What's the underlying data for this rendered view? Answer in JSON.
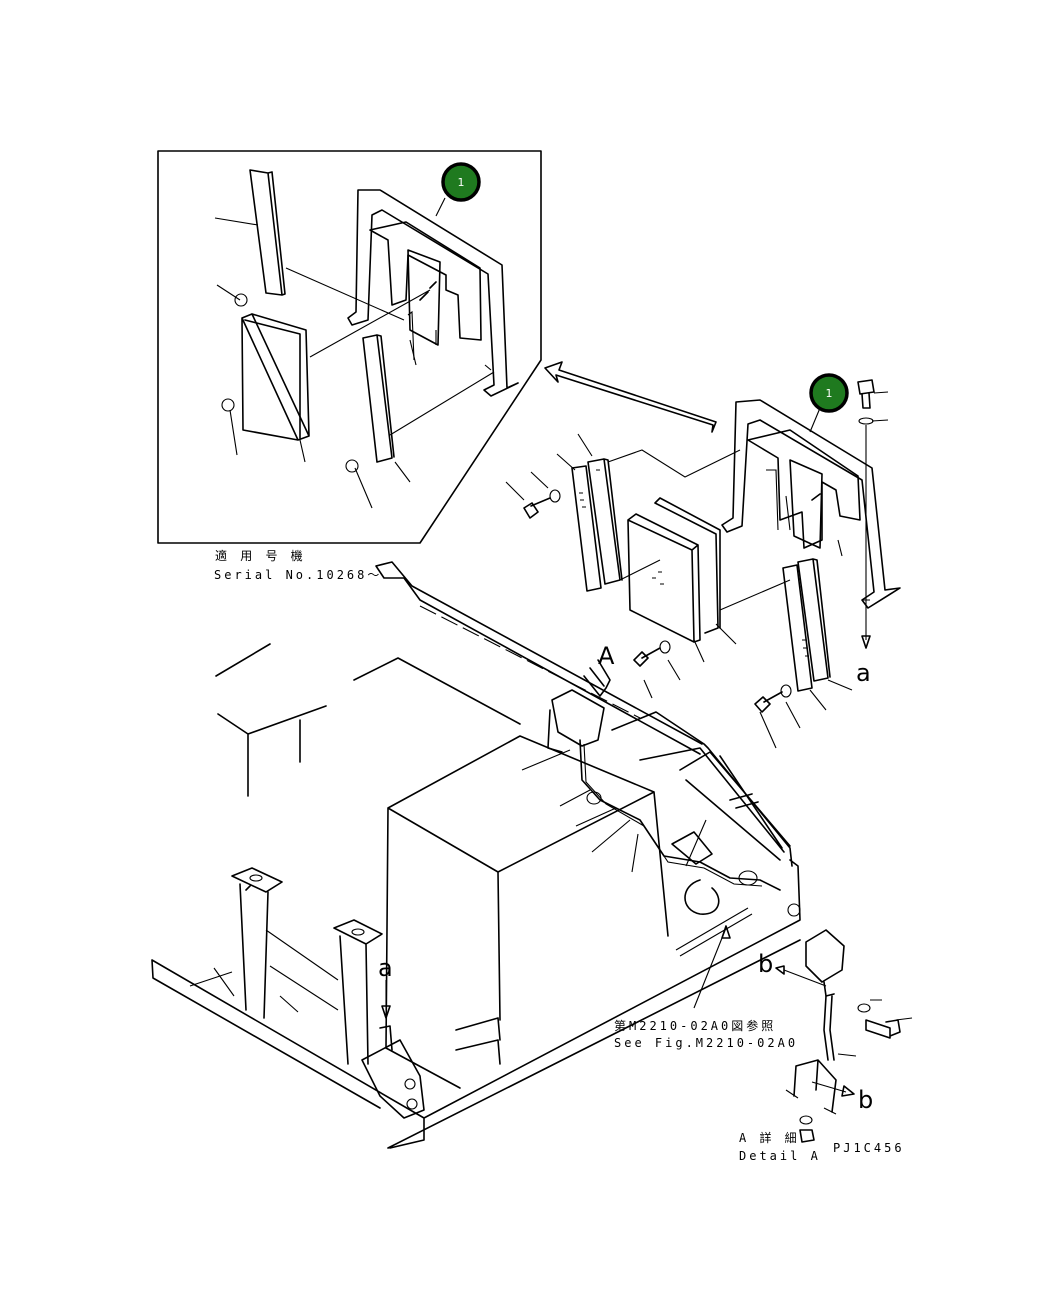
{
  "callouts": {
    "badge_inset": "1",
    "badge_main": "1",
    "ref_A": "A",
    "ref_a_top": "a",
    "ref_a_bottom": "a",
    "ref_b_top": "b",
    "ref_b_bottom": "b"
  },
  "labels": {
    "applicable_jp": "適 用 号 機",
    "serial": "Serial No.10268～",
    "see_fig_jp": "第M2210-02A0図参照",
    "see_fig_en": "See Fig.M2210-02A0",
    "detail_jp": "A 詳 細",
    "detail_en": "Detail A",
    "drawing_code": "PJ1C456"
  },
  "colors": {
    "badge_fill": "#1f7a1f",
    "line": "#000000"
  }
}
